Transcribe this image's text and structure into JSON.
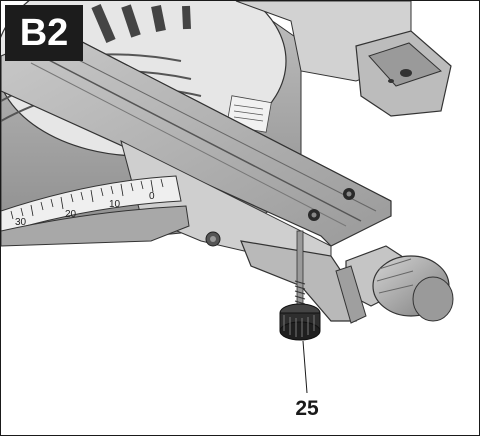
{
  "figure": {
    "label": "B2"
  },
  "callout": {
    "number": "25"
  },
  "scale": {
    "labels": [
      "30",
      "20",
      "10",
      "0"
    ]
  }
}
